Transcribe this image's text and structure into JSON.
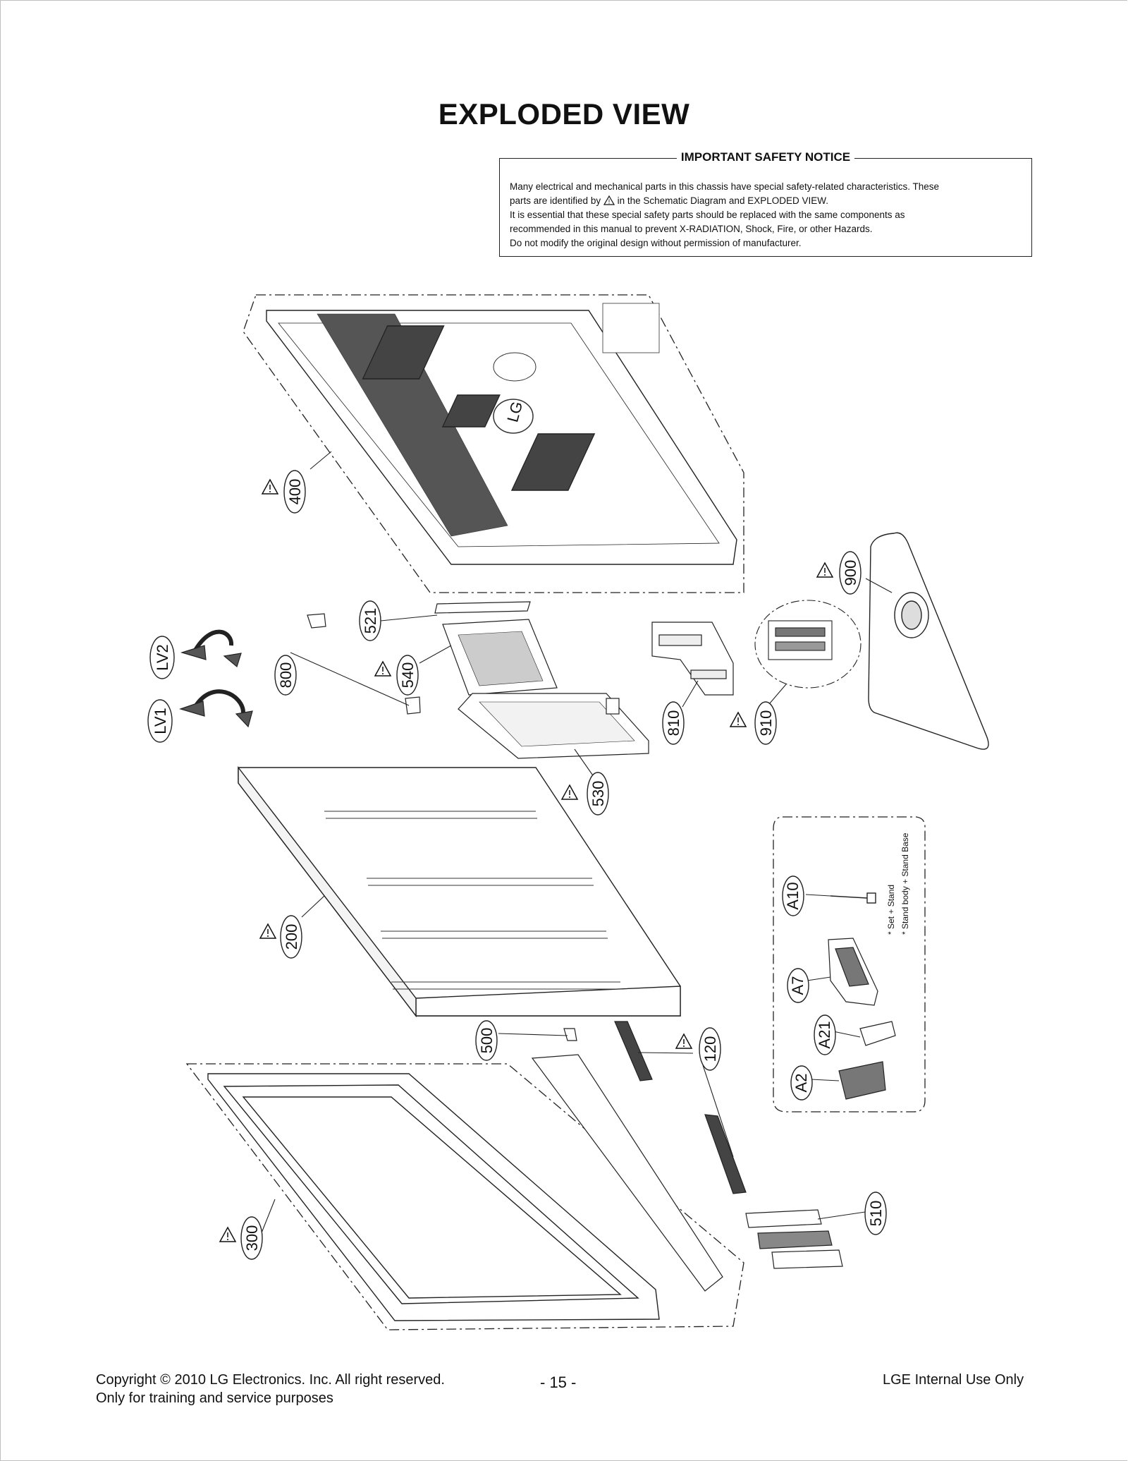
{
  "title": "EXPLODED VIEW",
  "notice": {
    "heading": "IMPORTANT SAFETY NOTICE",
    "line1": "Many electrical and mechanical parts in this chassis have special safety-related characteristics. These",
    "line2a": "parts are identified by",
    "line2b": "in the Schematic Diagram and EXPLODED VIEW.",
    "line3": "It is essential that these special safety parts should be replaced with the same components as",
    "line4": "recommended in this manual to prevent X-RADIATION, Shock, Fire, or other Hazards.",
    "line5": "Do not modify the original design without permission of manufacturer."
  },
  "parts": {
    "p400": "400",
    "p900": "900",
    "p521": "521",
    "p540": "540",
    "p800": "800",
    "lv2": "LV2",
    "lv1": "LV1",
    "p810": "810",
    "p910": "910",
    "p530": "530",
    "p200": "200",
    "p500": "500",
    "p120": "120",
    "p300": "300",
    "p510": "510",
    "a10": "A10",
    "a7": "A7",
    "a21": "A21",
    "a2": "A2"
  },
  "stand_notes": {
    "note1": "* Set + Stand",
    "note2": "* Stand body + Stand Base"
  },
  "logo_text": "LG",
  "footer": {
    "copyright": "Copyright © 2010 LG Electronics. Inc. All right reserved.",
    "purpose": "Only for training and service purposes",
    "page": "- 15 -",
    "internal": "LGE Internal Use Only"
  }
}
